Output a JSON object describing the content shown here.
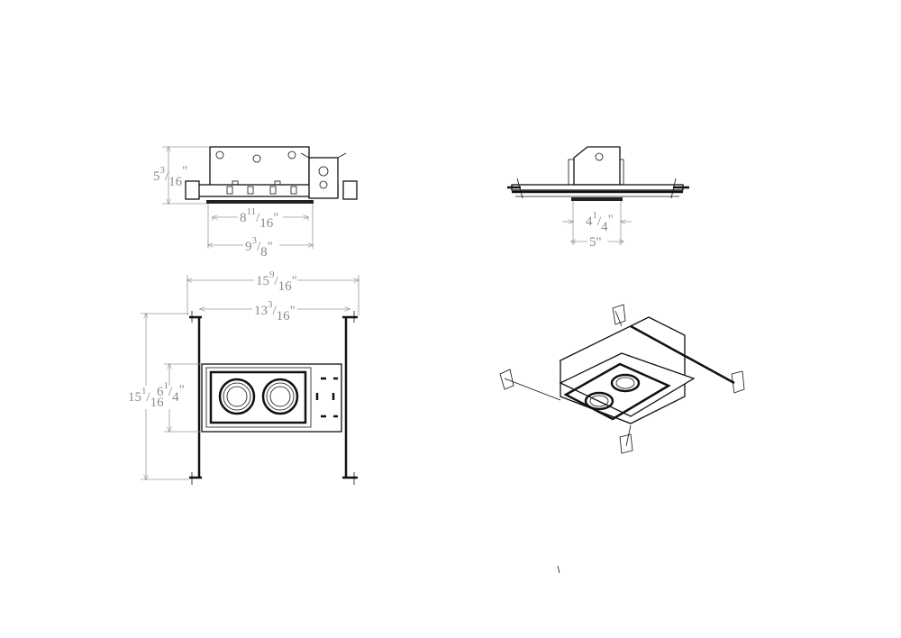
{
  "views": {
    "front": {
      "height": {
        "whole": "5",
        "num": "3",
        "den": "16",
        "unit": "\""
      },
      "inner_width": {
        "whole": "8",
        "num": "11",
        "den": "16",
        "unit": "\""
      },
      "outer_width": {
        "whole": "9",
        "num": "3",
        "den": "8",
        "unit": "\""
      }
    },
    "side": {
      "aperture": {
        "whole": "4",
        "num": "1",
        "den": "4",
        "unit": "\""
      },
      "width": {
        "whole": "5",
        "unit": "\""
      }
    },
    "plan": {
      "overall_width": {
        "whole": "15",
        "num": "9",
        "den": "16",
        "unit": "\""
      },
      "rail_width": {
        "whole": "13",
        "num": "3",
        "den": "16",
        "unit": "\""
      },
      "overall_length": {
        "whole": "15",
        "num": "1",
        "den": "16"
      },
      "housing_length": {
        "whole": "6",
        "num": "1",
        "den": "4",
        "unit": "\""
      }
    }
  }
}
